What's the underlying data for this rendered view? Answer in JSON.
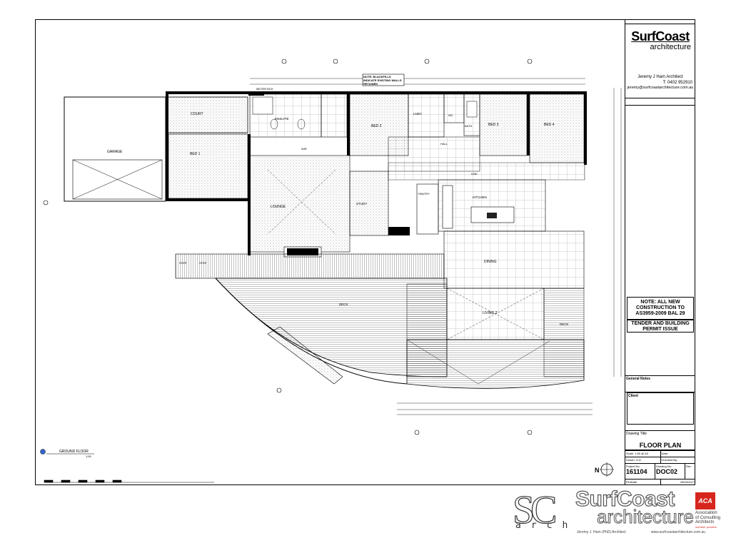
{
  "plan": {
    "rooms": {
      "garage": "GARAGE",
      "court": "COURT",
      "meter_box": "METER BOX",
      "ensuite": "ENSUITE",
      "bed1": "BED 1",
      "wir": "WIR",
      "lounge": "LOUNGE",
      "study": "STUDY",
      "bed2": "BED 2",
      "lndy": "LNDY",
      "wc": "WC",
      "bath": "BATH",
      "bed3": "BED 3",
      "bed4": "BED 4",
      "hall": "HALL",
      "link": "LINK",
      "pantry": "PANTRY",
      "kitchen": "KITCHEN",
      "dining": "DINING",
      "living2": "LIVING 2",
      "deck_main": "DECK",
      "deck_side": "DECK",
      "step1": "STEP",
      "step2": "STEP"
    },
    "note_blackfill": "NOTE: BLACKFILLS INDICATE EXISTING WALLS RETAINED",
    "view_title": "GROUND FLOOR",
    "view_scale": "1:50"
  },
  "titleblock": {
    "brand_name": "SurfCoast",
    "brand_sub": "architecture",
    "architect": "Jeremy J Ham Architect",
    "phone": "T: 0402 952910",
    "email": "jeremy@surfcoastarchitecture.com.au",
    "note": "NOTE: ALL NEW CONSTRUCTION TO AS3959-2009 BAL 29",
    "issue": "TENDER AND BUILDING PERMIT ISSUE",
    "general_notes_label": "General Notes",
    "client_label": "Client",
    "drawing_title_label": "Drawing Title",
    "drawing_title": "FLOOR PLAN",
    "scale_label": "Scale",
    "scale_value": "1:50 @ A3",
    "date_label": "Date",
    "drawn_label": "Drawn",
    "drawn_value": "G.D.",
    "checked_label": "Checked By",
    "project_label": "Project No.",
    "project_no": "161104",
    "drawing_label": "Drawing No.",
    "drawing_no": "DOC02",
    "rev_label": "Rev",
    "plotdate_label": "PlotDate",
    "plot_date": "26/04/2017"
  },
  "footer": {
    "mark": "SC",
    "arch": "arch",
    "brand": "SurfCoast",
    "sub": "architecture",
    "contact_name": "Jeremy J. Ham (PhD) Architect",
    "website": "www.surfcoastarchitecture.com.au",
    "aca_logo": "ACA",
    "aca_line1": "Association",
    "aca_line2": "of Consulting",
    "aca_line3": "Architects",
    "aca_member": "member practice"
  },
  "colors": {
    "ink": "#000000",
    "aca_red": "#d7261e",
    "stipple": "#888888"
  }
}
